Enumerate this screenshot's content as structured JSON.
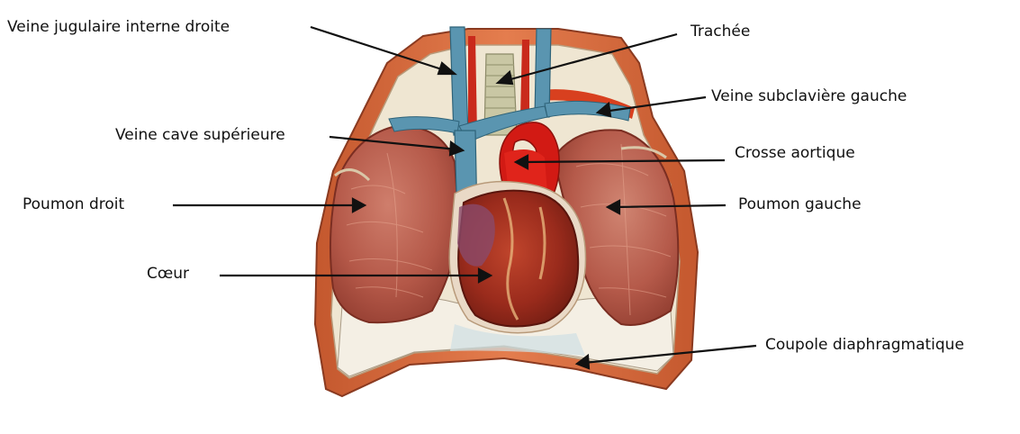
{
  "labels": {
    "jugulaire": "Veine jugulaire interne droite",
    "trachee": "Trachée",
    "subclaviere": "Veine subclavière gauche",
    "cave": "Veine cave supérieure",
    "crosse": "Crosse aortique",
    "poumon_droit": "Poumon droit",
    "poumon_gauche": "Poumon gauche",
    "coeur": "Cœur",
    "coupole": "Coupole diaphragmatique"
  },
  "colors": {
    "vein_blue": "#5a95b0",
    "artery_red": "#d21a14",
    "lung": "#b85a4e",
    "heart": "#9b2a1c",
    "muscle": "#d96a3e",
    "pleura": "#efe6d2",
    "arrow": "#111111"
  }
}
